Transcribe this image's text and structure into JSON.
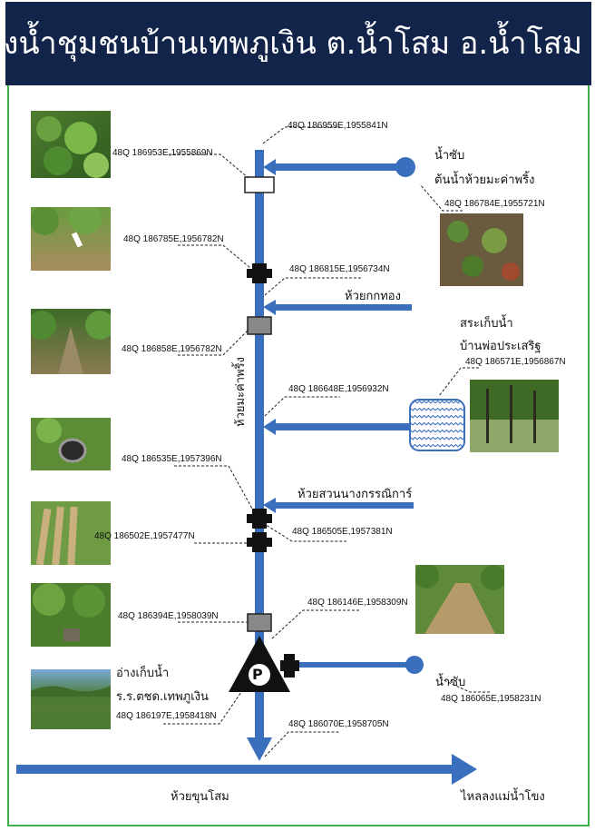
{
  "title": "ผังน้ำชุมชนบ้านเทพภูเงิน ต.น้ำโสม อ.น้ำโสม",
  "colors": {
    "header_bg": "#12244a",
    "stream": "#3a6fbd",
    "frame": "#3db04a"
  },
  "labels": {
    "source_top": "น้ำซับ",
    "source_top_name": "ต้นน้ำห้วยมะค่าพริ้ง",
    "tributary_1": "ห้วยกกทอง",
    "reservoir_1": "สระเก็บน้ำ",
    "reservoir_1_name": "บ้านพ่อประเสริฐ",
    "main_stream": "ห้วยมะค่าพริ้ง",
    "tributary_2": "ห้วยสวนนางกรรณิการ์",
    "source_bottom": "น้ำซับ",
    "school_reservoir": "อ่างเก็บน้ำ",
    "school_reservoir_name": "ร.ร.ตชด.เทพภูเงิน",
    "pump_symbol": "P",
    "bottom_stream": "ห้วยขุนโสม",
    "outflow": "ไหลลงแม่น้ำโขง"
  },
  "coords": {
    "c1": "48Q 186959E,1955841N",
    "c2": "48Q 186953E,1955869N",
    "c3": "48Q 186784E,1955721N",
    "c4": "48Q 186785E,1956782N",
    "c5": "48Q 186815E,1956734N",
    "c6": "48Q 186858E,1956782N",
    "c7": "48Q 186571E,1956867N",
    "c8": "48Q 186648E,1956932N",
    "c9": "48Q 186535E,1957396N",
    "c10": "48Q 186505E,1957381N",
    "c11": "48Q 186502E,1957477N",
    "c12": "48Q 186146E,1958309N",
    "c13": "48Q 186394E,1958039N",
    "c14": "48Q 186065E,1958231N",
    "c15": "48Q 186197E,1958418N",
    "c16": "48Q 186070E,1958705N"
  }
}
